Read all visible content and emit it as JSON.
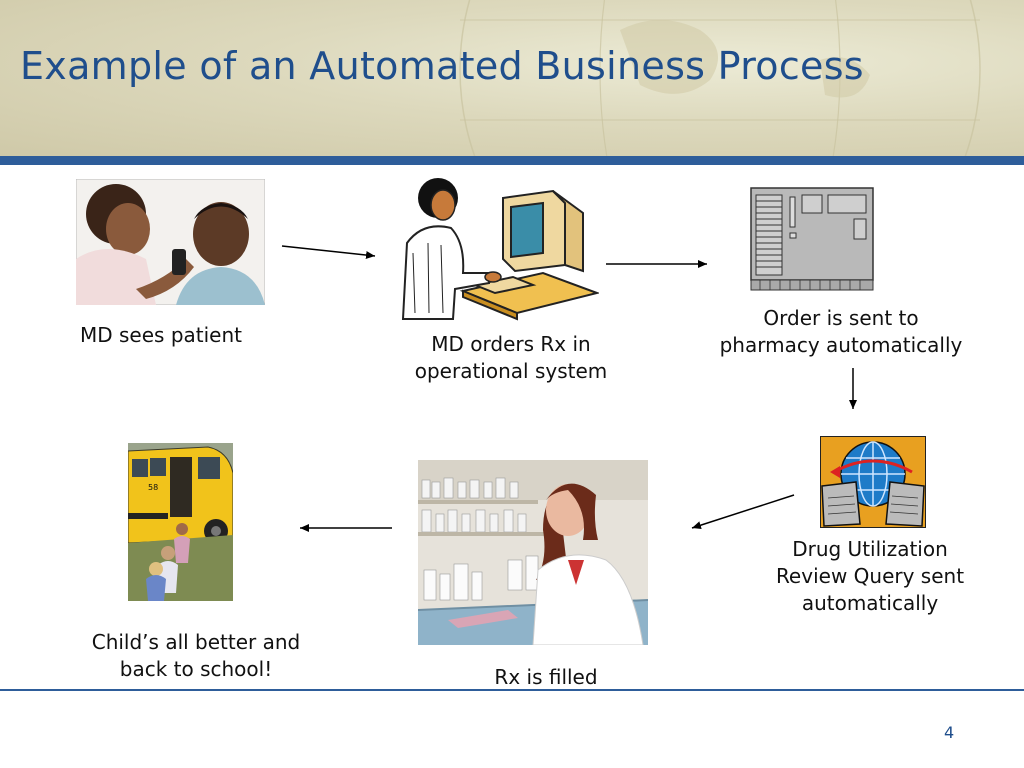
{
  "slide": {
    "title": "Example of an Automated Business Process",
    "page_number": "4"
  },
  "steps": [
    {
      "caption": "MD sees patient"
    },
    {
      "caption_line1": "MD orders Rx in",
      "caption_line2": "operational system"
    },
    {
      "caption_line1": "Order is sent to",
      "caption_line2": "pharmacy automatically"
    },
    {
      "caption_line1": "Drug Utilization",
      "caption_line2": "Review Query sent",
      "caption_line3": "automatically"
    },
    {
      "caption": "Rx is filled"
    },
    {
      "caption_line1": "Child’s all better and",
      "caption_line2": "back to school!"
    }
  ],
  "colors": {
    "title": "#1f4e8c",
    "accent_band": "#2e5d9a"
  }
}
